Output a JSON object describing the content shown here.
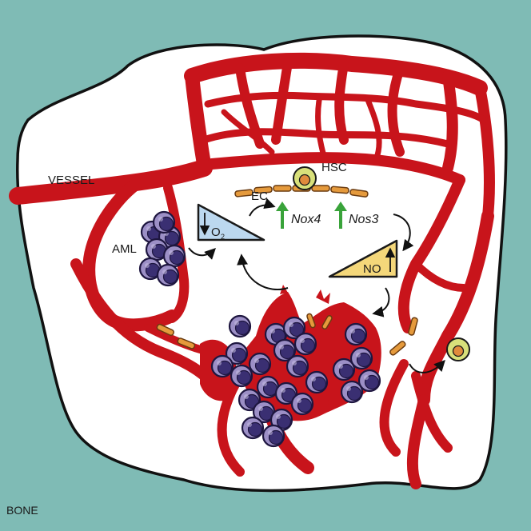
{
  "labels": {
    "vessel": "VESSEL",
    "hsc": "HSC",
    "ec": "EC",
    "aml": "AML",
    "bone": "BONE",
    "o2": "O",
    "o2_sub": "2",
    "no": "NO",
    "nox4": "Nox4",
    "nos3": "Nos3"
  },
  "colors": {
    "bone": "#7fbbb5",
    "marrow": "#ffffff",
    "vessel": "#c8141b",
    "aml_cell": "#9c8fc6",
    "aml_nucleus": "#3a2f72",
    "endothelial": "#e59a3c",
    "hsc_cell": "#d8e07a",
    "hsc_nucleus": "#e08a3c",
    "o2_triangle": "#bcd8ef",
    "no_triangle": "#f4d77a",
    "up_arrow": "#39a33a"
  },
  "icons": {
    "up_arrow": "green-up-arrow-icon",
    "down_arrow": "down-arrow-icon",
    "curved_arrow": "curved-arrow-icon"
  }
}
